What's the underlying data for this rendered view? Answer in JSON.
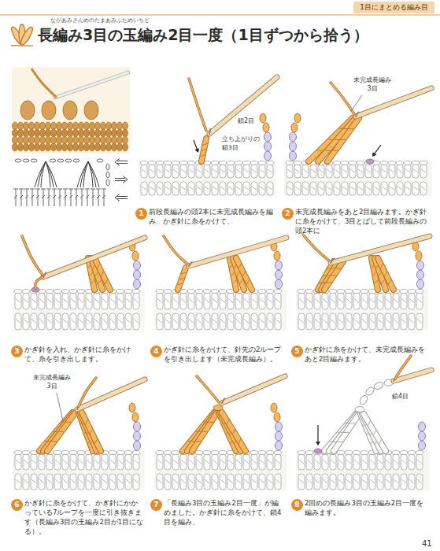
{
  "diagram": {
    "title": "長編み3目の玉編み2目一度（1目ずつから拾う）",
    "nodes": [
      {
        "text": [
          "1目にまとめる編み目"
        ]
      },
      {
        "text": [
          "1"
        ]
      },
      {
        "text": [
          "2"
        ]
      },
      {
        "text": [
          "3"
        ]
      },
      {
        "text": [
          "4"
        ]
      },
      {
        "text": [
          "5"
        ]
      },
      {
        "text": [
          "6"
        ]
      },
      {
        "text": [
          "7"
        ]
      },
      {
        "text": [
          "8"
        ]
      }
    ],
    "labels": [
      "ながあみさんめのたまあみふためいちど",
      "鎖2目",
      "立ち上がりの鎖3目",
      "未完成長編み 3目",
      "前段長編みの頭2本に未完成長編みを編み、かぎ針に糸をかけて、",
      "未完成長編みをあと2目編みます。かぎ針に糸をかけて、3目とばして前段長編みの頭2本に",
      "かぎ針を入れ、かぎ針に糸をかけて、糸を引き出します。",
      "かぎ針に糸をかけて、針先の2ループを引き出します（未完成長編み）。",
      "かぎ針に糸をかけて、未完成長編みをあと2目編みます。",
      "未完成長編み 3目",
      "かぎ針に糸をかけて、かぎ針にかかっている7ループを一度に引き抜きます（長編み3目の玉編み2目が1目になる）。",
      "「長編み3目の玉編み2目一度」が編めました。かぎ針に糸をかけて、鎖4目を編み、",
      "2回めの長編み3目の玉編み2目一度を編みます。",
      "鎖4目",
      "41"
    ]
  }
}
